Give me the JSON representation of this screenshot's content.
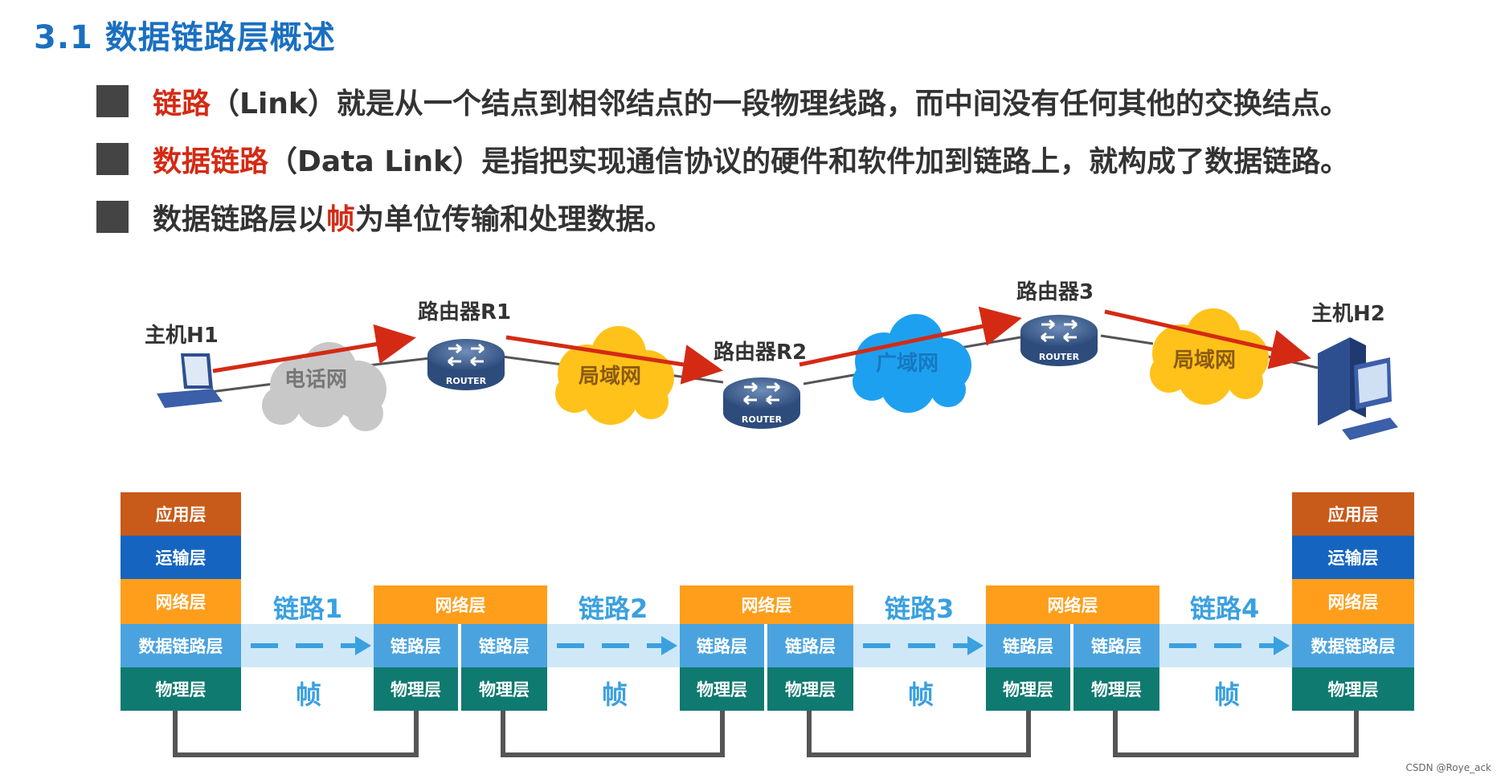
{
  "title": "3.1 数据链路层概述",
  "bullets": [
    {
      "highlight": "链路",
      "rest": "（Link）就是从一个结点到相邻结点的一段物理线路，而中间没有任何其他的交换结点。"
    },
    {
      "highlight": "数据链路",
      "rest": "（Data Link）是指把实现通信协议的硬件和软件加到链路上，就构成了数据链路。"
    },
    {
      "before": "数据链路层以",
      "highlight": "帧",
      "after": "为单位传输和处理数据。"
    }
  ],
  "network": {
    "host1": "主机H1",
    "host2": "主机H2",
    "router1": "路由器R1",
    "router2": "路由器R2",
    "router3": "路由器3",
    "router_tag": "ROUTER",
    "clouds": [
      "电话网",
      "局域网",
      "广域网",
      "局域网"
    ],
    "colors": {
      "arrow": "#d42a14",
      "phone_cloud": "#c8c8c8",
      "lan_cloud": "#ffc21a",
      "wan_cloud": "#1ea0f0"
    }
  },
  "stack": {
    "application": "应用层",
    "transport": "运输层",
    "network": "网络层",
    "datalink": "数据链路层",
    "link": "链路层",
    "physical": "物理层",
    "links": [
      "链路1",
      "链路2",
      "链路3",
      "链路4"
    ],
    "frame": "帧"
  },
  "watermark": "CSDN @Roye_ack"
}
